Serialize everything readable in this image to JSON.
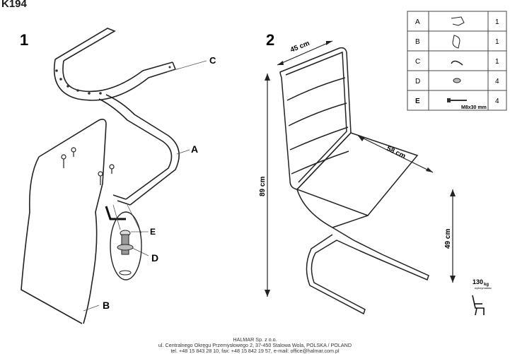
{
  "header": {
    "model": "K194"
  },
  "steps": [
    {
      "number": "1",
      "callouts": [
        "C",
        "A",
        "E",
        "D",
        "B"
      ]
    },
    {
      "number": "2"
    }
  ],
  "dimensions": {
    "width": "45 cm",
    "depth": "58 cm",
    "height": "89 cm",
    "seat_height": "49 cm"
  },
  "parts": [
    {
      "letter": "A",
      "icon": "frame-part-icon",
      "qty": "1",
      "size": ""
    },
    {
      "letter": "B",
      "icon": "seat-part-icon",
      "qty": "1",
      "size": ""
    },
    {
      "letter": "C",
      "icon": "frame-connector-icon",
      "qty": "1",
      "size": ""
    },
    {
      "letter": "D",
      "icon": "washer-icon",
      "qty": "4",
      "size": ""
    },
    {
      "letter": "E",
      "icon": "bolt-icon",
      "qty": "4",
      "size": "M8x30 mm"
    }
  ],
  "load": {
    "value": "130",
    "unit": "kg",
    "caption": "wytrzymałość"
  },
  "footer": {
    "company": "HALMAR Sp. z o.o.",
    "address": "ul. Centralnego Okręgu Przemysłowego 2, 37-450 Stalowa Wola, POLSKA / POLAND",
    "contact": "tel. +48 15 843 28 10, fax: +48 15 842 19 57, e-mail: office@halmar.com.pl"
  }
}
